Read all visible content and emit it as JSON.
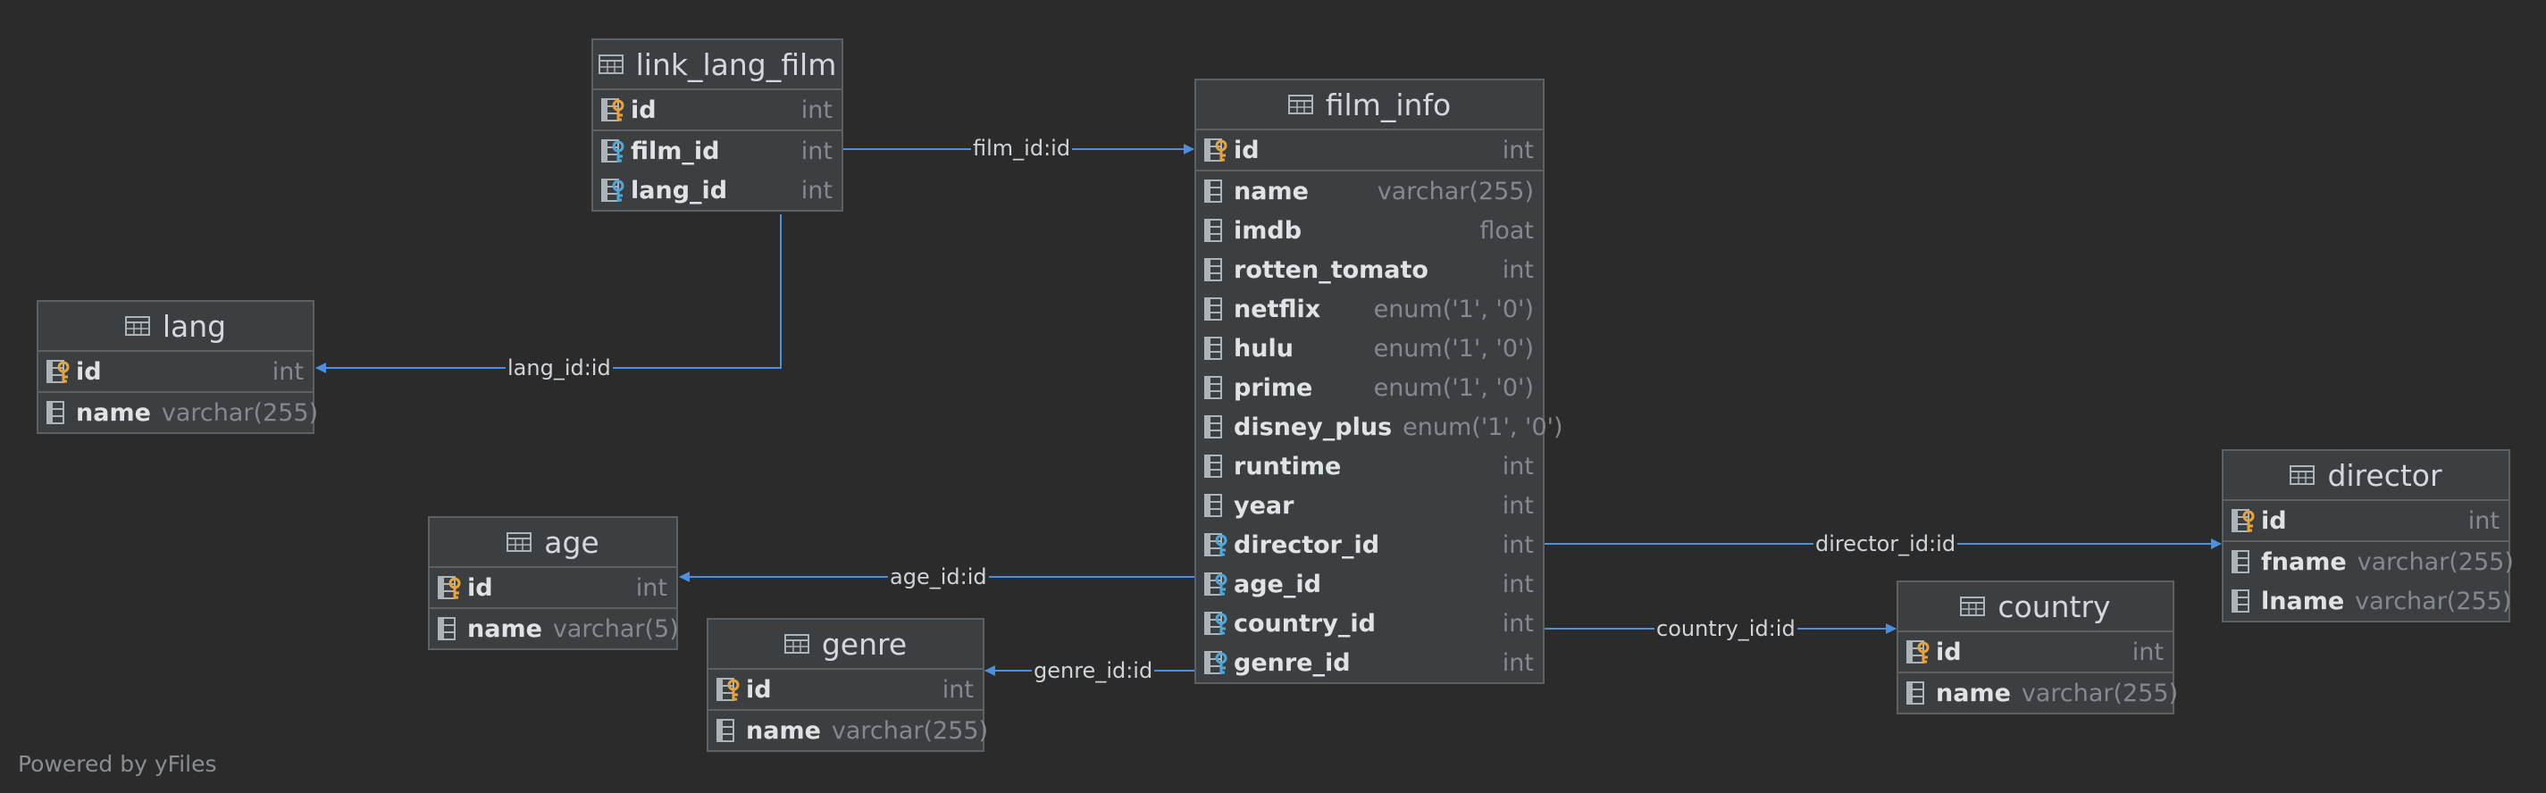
{
  "entities": {
    "link_lang_film": {
      "title": "link_lang_film",
      "columns": [
        {
          "name": "id",
          "type": "int",
          "kind": "pk"
        },
        {
          "name": "film_id",
          "type": "int",
          "kind": "fk"
        },
        {
          "name": "lang_id",
          "type": "int",
          "kind": "fk"
        }
      ]
    },
    "film_info": {
      "title": "film_info",
      "columns": [
        {
          "name": "id",
          "type": "int",
          "kind": "pk"
        },
        {
          "name": "name",
          "type": "varchar(255)",
          "kind": "col"
        },
        {
          "name": "imdb",
          "type": "float",
          "kind": "col"
        },
        {
          "name": "rotten_tomato",
          "type": "int",
          "kind": "col"
        },
        {
          "name": "netflix",
          "type": "enum('1', '0')",
          "kind": "col"
        },
        {
          "name": "hulu",
          "type": "enum('1', '0')",
          "kind": "col"
        },
        {
          "name": "prime",
          "type": "enum('1', '0')",
          "kind": "col"
        },
        {
          "name": "disney_plus",
          "type": "enum('1', '0')",
          "kind": "col"
        },
        {
          "name": "runtime",
          "type": "int",
          "kind": "col"
        },
        {
          "name": "year",
          "type": "int",
          "kind": "col"
        },
        {
          "name": "director_id",
          "type": "int",
          "kind": "fk"
        },
        {
          "name": "age_id",
          "type": "int",
          "kind": "fk"
        },
        {
          "name": "country_id",
          "type": "int",
          "kind": "fk"
        },
        {
          "name": "genre_id",
          "type": "int",
          "kind": "fk"
        }
      ]
    },
    "lang": {
      "title": "lang",
      "columns": [
        {
          "name": "id",
          "type": "int",
          "kind": "pk"
        },
        {
          "name": "name",
          "type": "varchar(255)",
          "kind": "col"
        }
      ]
    },
    "age": {
      "title": "age",
      "columns": [
        {
          "name": "id",
          "type": "int",
          "kind": "pk"
        },
        {
          "name": "name",
          "type": "varchar(5)",
          "kind": "col"
        }
      ]
    },
    "genre": {
      "title": "genre",
      "columns": [
        {
          "name": "id",
          "type": "int",
          "kind": "pk"
        },
        {
          "name": "name",
          "type": "varchar(255)",
          "kind": "col"
        }
      ]
    },
    "director": {
      "title": "director",
      "columns": [
        {
          "name": "id",
          "type": "int",
          "kind": "pk"
        },
        {
          "name": "fname",
          "type": "varchar(255)",
          "kind": "col"
        },
        {
          "name": "lname",
          "type": "varchar(255)",
          "kind": "col"
        }
      ]
    },
    "country": {
      "title": "country",
      "columns": [
        {
          "name": "id",
          "type": "int",
          "kind": "pk"
        },
        {
          "name": "name",
          "type": "varchar(255)",
          "kind": "col"
        }
      ]
    }
  },
  "relations": [
    {
      "from": "link_lang_film",
      "to": "film_info",
      "label": "film_id:id"
    },
    {
      "from": "link_lang_film",
      "to": "lang",
      "label": "lang_id:id"
    },
    {
      "from": "film_info",
      "to": "director",
      "label": "director_id:id"
    },
    {
      "from": "film_info",
      "to": "age",
      "label": "age_id:id"
    },
    {
      "from": "film_info",
      "to": "country",
      "label": "country_id:id"
    },
    {
      "from": "film_info",
      "to": "genre",
      "label": "genre_id:id"
    }
  ],
  "colors": {
    "background": "#2b2b2b",
    "box": "#3c3f41",
    "border": "#5d6164",
    "edge": "#4a90e2",
    "key": "#e8a33b",
    "fkey": "#4fa8d8"
  },
  "footer": "Powered by yFiles"
}
